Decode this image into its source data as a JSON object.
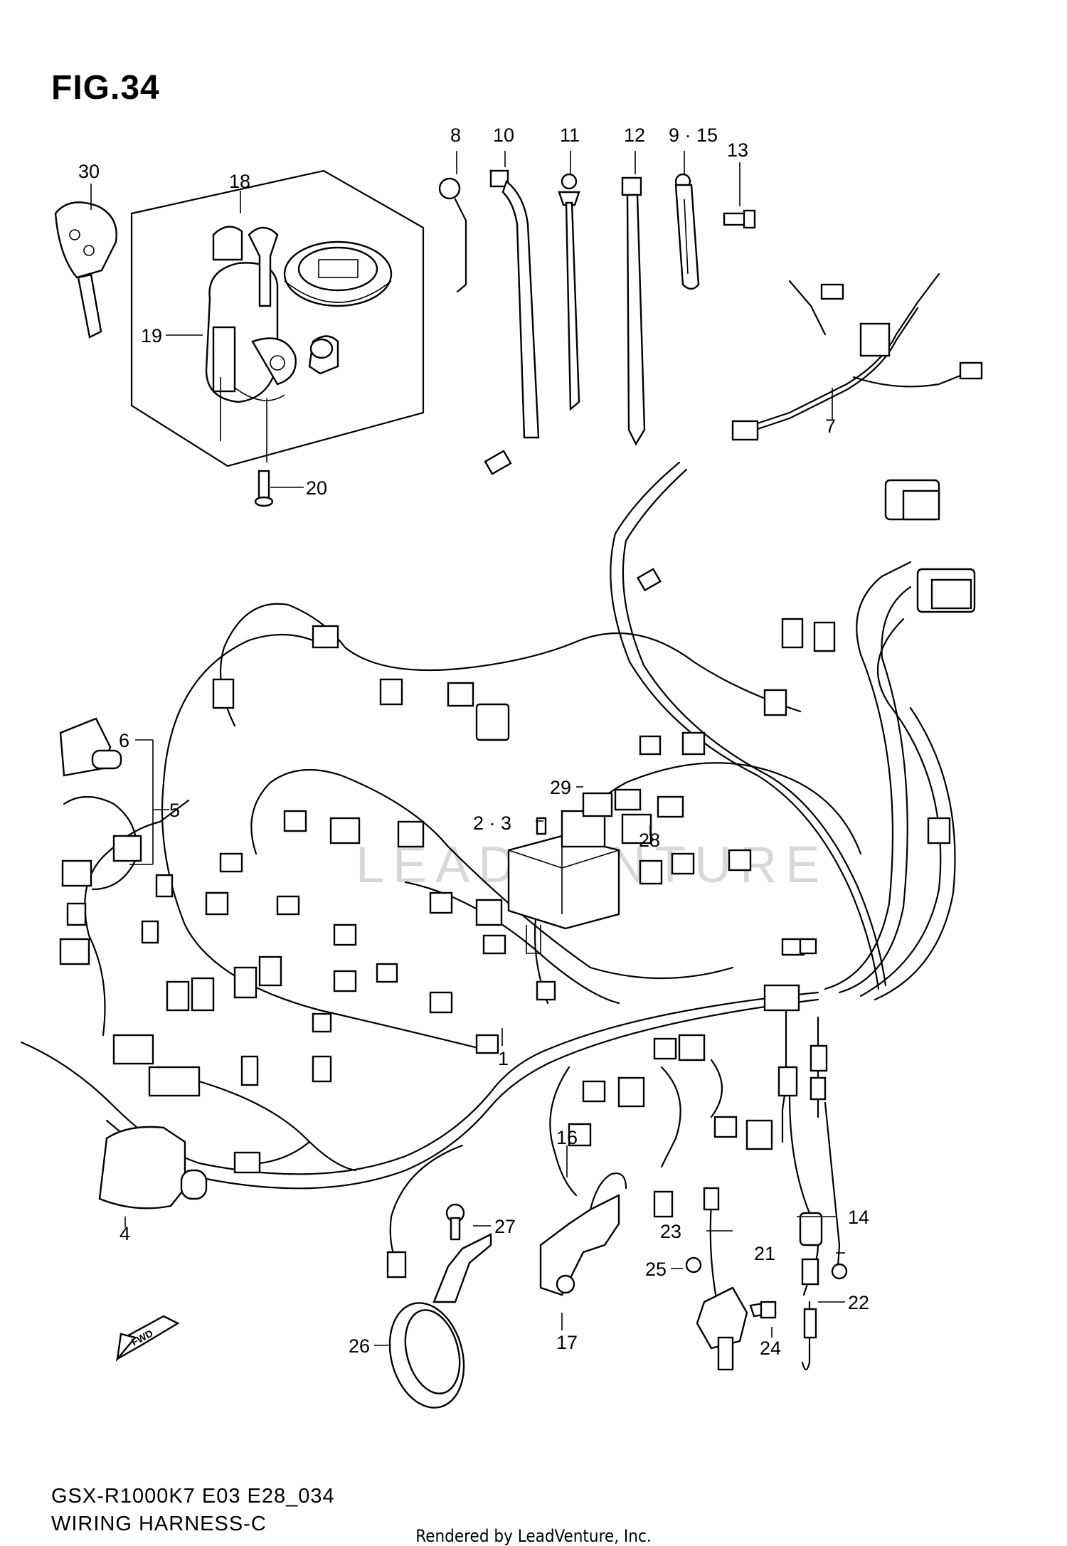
{
  "figure": {
    "title": "FIG.34",
    "model_code": "GSX-R1000K7 E03 E28_034",
    "section_name": "WIRING HARNESS-C",
    "rendered_by": "Rendered by LeadVenture, Inc.",
    "watermark": "LEADVENTURE",
    "direction_marker": "FWD"
  },
  "callouts": [
    {
      "id": "c1",
      "label": "1"
    },
    {
      "id": "c2-3",
      "label": "2 · 3"
    },
    {
      "id": "c4",
      "label": "4"
    },
    {
      "id": "c5",
      "label": "5"
    },
    {
      "id": "c6",
      "label": "6"
    },
    {
      "id": "c7",
      "label": "7"
    },
    {
      "id": "c8",
      "label": "8"
    },
    {
      "id": "c9-15",
      "label": "9 · 15"
    },
    {
      "id": "c10",
      "label": "10"
    },
    {
      "id": "c11",
      "label": "11"
    },
    {
      "id": "c12",
      "label": "12"
    },
    {
      "id": "c13",
      "label": "13"
    },
    {
      "id": "c14",
      "label": "14"
    },
    {
      "id": "c16",
      "label": "16"
    },
    {
      "id": "c17",
      "label": "17"
    },
    {
      "id": "c18",
      "label": "18"
    },
    {
      "id": "c19",
      "label": "19"
    },
    {
      "id": "c20",
      "label": "20"
    },
    {
      "id": "c21",
      "label": "21"
    },
    {
      "id": "c22",
      "label": "22"
    },
    {
      "id": "c23",
      "label": "23"
    },
    {
      "id": "c24",
      "label": "24"
    },
    {
      "id": "c25",
      "label": "25"
    },
    {
      "id": "c26",
      "label": "26"
    },
    {
      "id": "c27",
      "label": "27"
    },
    {
      "id": "c28",
      "label": "28"
    },
    {
      "id": "c29",
      "label": "29"
    },
    {
      "id": "c30",
      "label": "30"
    }
  ]
}
